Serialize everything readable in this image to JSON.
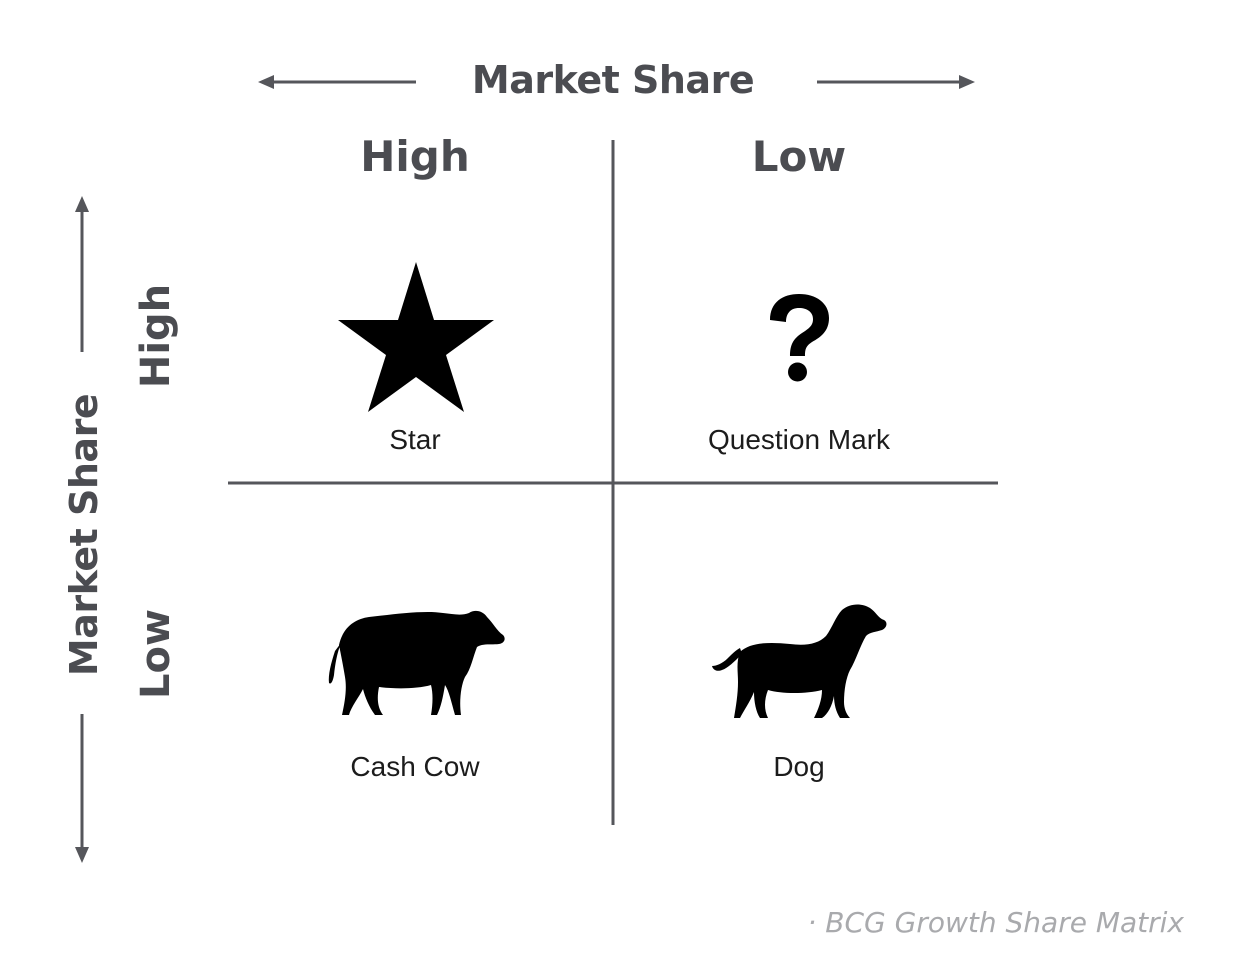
{
  "x_axis": {
    "title": "Market Share",
    "columns": [
      "High",
      "Low"
    ]
  },
  "y_axis": {
    "title": "Market Share",
    "rows": [
      "High",
      "Low"
    ]
  },
  "quadrants": [
    {
      "label": "Star",
      "icon": "star-icon"
    },
    {
      "label": "Question Mark",
      "icon": "question-mark-icon"
    },
    {
      "label": "Cash Cow",
      "icon": "cow-icon"
    },
    {
      "label": "Dog",
      "icon": "dog-icon"
    }
  ],
  "footer": "· BCG Growth Share Matrix",
  "colors": {
    "text": "#4b4c51",
    "line": "#55565b",
    "icon": "#000000",
    "footer": "#a9aaad"
  }
}
